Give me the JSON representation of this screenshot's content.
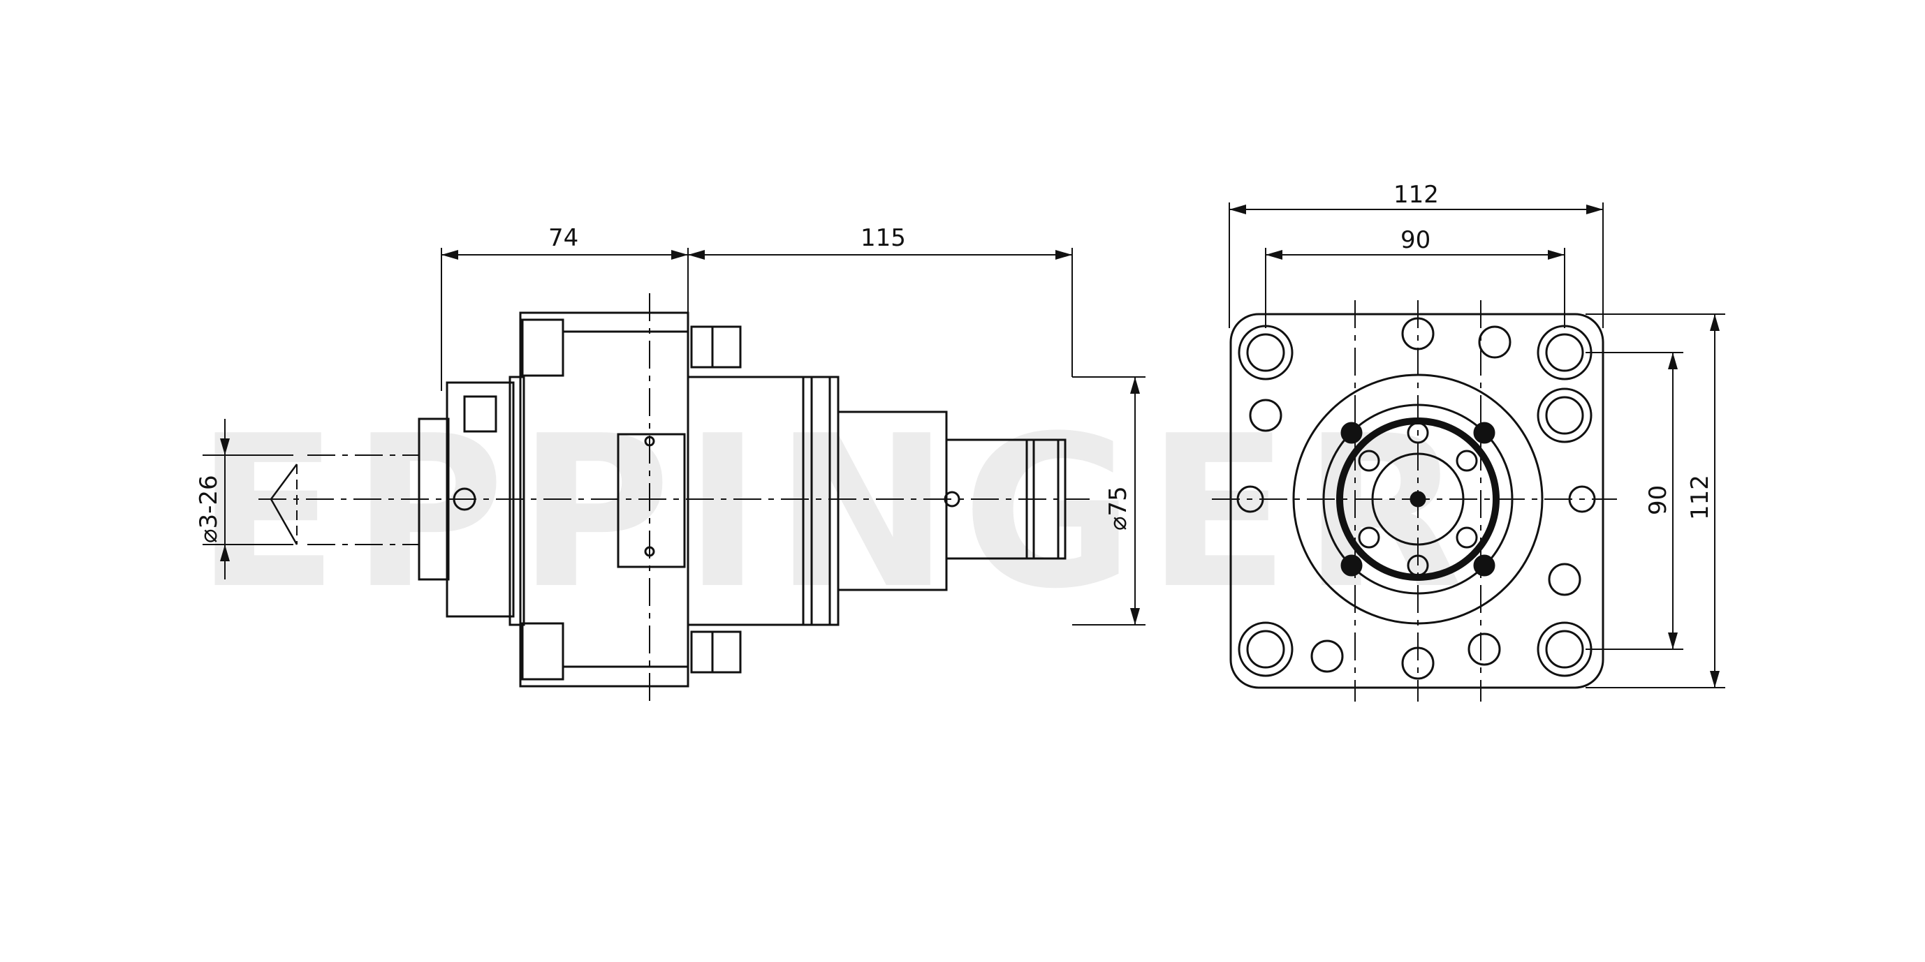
{
  "watermark": {
    "text": "EPPINGER"
  },
  "side_view": {
    "dimensions": {
      "length_left": "74",
      "length_right": "115",
      "diameter_body": "⌀75",
      "diameter_range": "⌀3-26"
    }
  },
  "front_view": {
    "dimensions": {
      "width_outer": "112",
      "width_inner": "90",
      "height_inner": "90",
      "height_outer": "112"
    }
  },
  "colors": {
    "line": "#111111",
    "watermark": "#ececec",
    "background": "#ffffff"
  }
}
